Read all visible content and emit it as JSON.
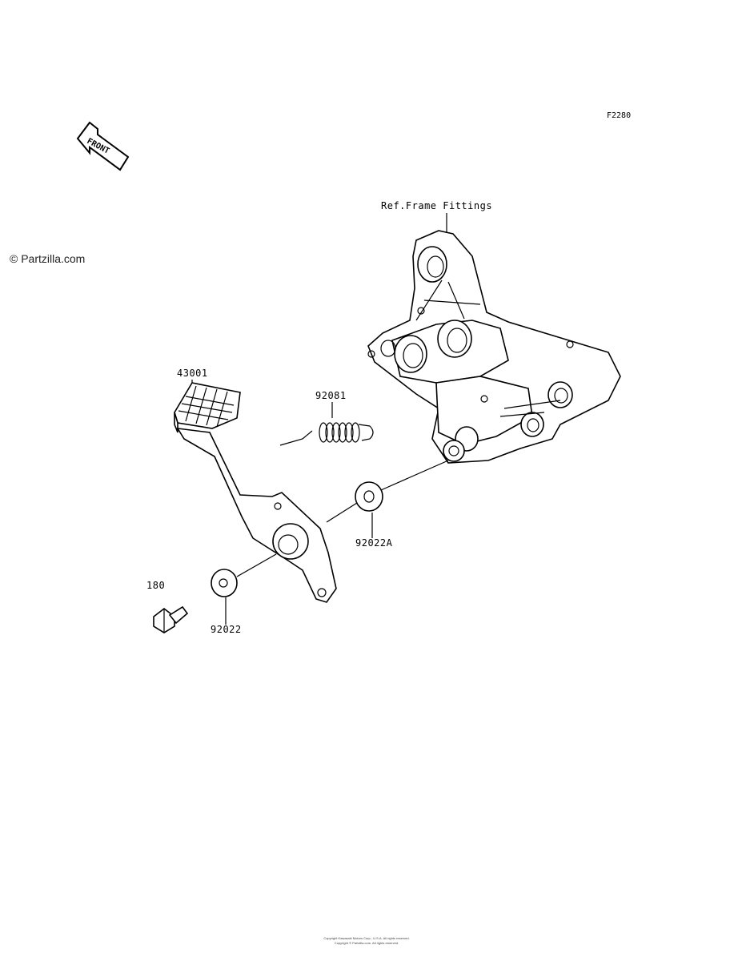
{
  "figure_code": "F2280",
  "front_arrow_label": "FRONT",
  "watermark": "© Partzilla.com",
  "callouts": {
    "frame_ref": "Ref.Frame Fittings",
    "pedal": "43001",
    "spring": "92081",
    "washer_a": "92022A",
    "bolt": "180",
    "washer": "92022"
  },
  "footer_line1": "Copyright Kawasaki Motors Corp., U.S.A. All rights reserved.",
  "footer_line2": "Copyright © Partzilla.com. All rights reserved."
}
